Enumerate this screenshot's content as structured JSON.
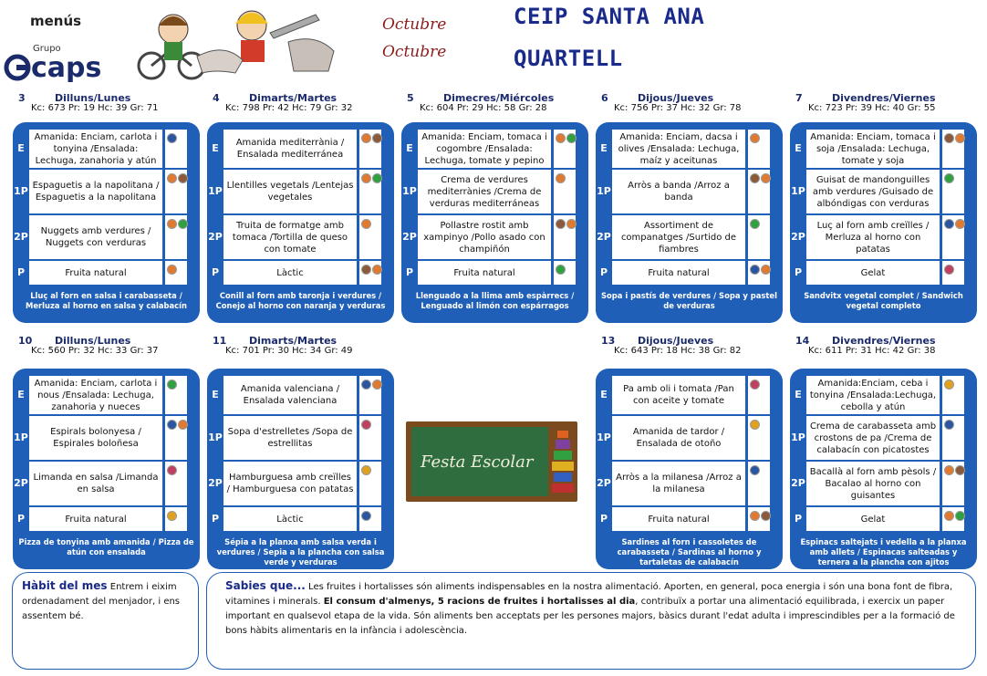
{
  "header": {
    "brand": "menús",
    "grupo": "Grupo",
    "logo_text": "caps",
    "month1": "Octubre",
    "month2": "Octubre",
    "school1": "CEIP SANTA ANA",
    "school2": "QUARTELL"
  },
  "days": [
    {
      "num": "3",
      "name": "Dilluns/Lunes",
      "kc": "Kc: 673 Pr: 19 Hc: 39 Gr: 71",
      "e": "Amanida: Enciam, carlota i tonyina /Ensalada: Lechuga, zanahoria y atún",
      "p1": "Espaguetis a la napolitana / Espaguetis a la napolitana",
      "p2": "Nuggets amb verdures / Nuggets con verduras",
      "p": "Fruita natural",
      "foot": "Lluç al forn en salsa i carabasseta / Merluza al horno en salsa y calabacín"
    },
    {
      "num": "4",
      "name": "Dimarts/Martes",
      "kc": "Kc: 798 Pr: 42 Hc: 79 Gr: 32",
      "e": "Amanida mediterrània / Ensalada mediterránea",
      "p1": "Llentilles vegetals /Lentejas vegetales",
      "p2": "Truita de formatge amb tomaca /Tortilla de queso con tomate",
      "p": "Làctic",
      "foot": "Conill al forn amb taronja i verdures / Conejo al horno con naranja y verduras"
    },
    {
      "num": "5",
      "name": "Dimecres/Miércoles",
      "kc": "Kc: 604 Pr: 29 Hc: 58 Gr: 28",
      "e": "Amanida: Enciam, tomaca i cogombre /Ensalada: Lechuga, tomate y pepino",
      "p1": "Crema de verdures mediterrànies /Crema de verduras mediterráneas",
      "p2": "Pollastre rostit amb xampinyo /Pollo asado con champiñón",
      "p": "Fruita natural",
      "foot": "Llenguado a la llima amb espàrrecs / Lenguado al limón con espárragos"
    },
    {
      "num": "6",
      "name": "Dijous/Jueves",
      "kc": "Kc: 756 Pr: 37 Hc: 32 Gr: 78",
      "e": "Amanida: Enciam, dacsa i olives /Ensalada: Lechuga, maíz y aceitunas",
      "p1": "Arròs a banda /Arroz a banda",
      "p2": "Assortiment de companatges /Surtido de fiambres",
      "p": "Fruita natural",
      "foot": "Sopa i pastís de verdures / Sopa y pastel de verduras"
    },
    {
      "num": "7",
      "name": "Divendres/Viernes",
      "kc": "Kc: 723 Pr: 39 Hc: 40 Gr: 55",
      "e": "Amanida: Enciam, tomaca i soja /Ensalada: Lechuga, tomate y soja",
      "p1": "Guisat de mandonguilles amb verdures /Guisado de albóndigas con verduras",
      "p2": "Luç al forn amb creïlles / Merluza al horno con patatas",
      "p": "Gelat",
      "foot": "Sandvitx vegetal complet / Sandwich vegetal completo"
    },
    {
      "num": "10",
      "name": "Dilluns/Lunes",
      "kc": "Kc: 560 Pr: 32 Hc: 33 Gr: 37",
      "e": "Amanida: Enciam, carlota i nous /Ensalada: Lechuga, zanahoria y nueces",
      "p1": "Espirals bolonyesa / Espirales boloñesa",
      "p2": "Limanda en salsa /Limanda en salsa",
      "p": "Fruita natural",
      "foot": "Pizza de tonyina amb amanida / Pizza de atún con ensalada"
    },
    {
      "num": "11",
      "name": "Dimarts/Martes",
      "kc": "Kc: 701 Pr: 30 Hc: 34 Gr: 49",
      "e": "Amanida valenciana / Ensalada valenciana",
      "p1": "Sopa d'estrelletes /Sopa de estrellitas",
      "p2": "Hamburguesa amb creïlles / Hamburguesa con patatas",
      "p": "Làctic",
      "foot": "Sépia a la planxa amb salsa verda i verdures / Sepia a la plancha con salsa verde y verduras"
    },
    {
      "num": "13",
      "name": "Dijous/Jueves",
      "kc": "Kc: 643 Pr: 18 Hc: 38 Gr: 82",
      "e": "Pa amb oli i tomata /Pan con aceite y tomate",
      "p1": "Amanida de tardor / Ensalada de otoño",
      "p2": "Arròs a la milanesa /Arroz a la milanesa",
      "p": "Fruita natural",
      "foot": "Sardines al forn i cassoletes de carabasseta / Sardinas al horno y tartaletas de calabacín"
    },
    {
      "num": "14",
      "name": "Divendres/Viernes",
      "kc": "Kc: 611 Pr: 31 Hc: 42 Gr: 38",
      "e": "Amanida:Enciam, ceba i tonyina /Ensalada:Lechuga, cebolla y atún",
      "p1": "Crema de carabasseta amb crostons de pa /Crema de calabacín con picatostes",
      "p2": "Bacallà al forn amb pèsols / Bacalao al horno con guisantes",
      "p": "Gelat",
      "foot": "Espinacs saltejats i vedella a la planxa amb allets / Espinacas salteadas y ternera a la plancha con ajitos"
    }
  ],
  "row_labels": {
    "e": "E",
    "p1": "1P",
    "p2": "2P",
    "p": "P"
  },
  "festa": "Festa Escolar",
  "habit": {
    "title": "Hàbit del mes",
    "text": "Entrem i eixim ordenadament del menjador, i ens assentem bé."
  },
  "sabies": {
    "title": "Sabies que...",
    "t1": "Les fruites i hortalisses són aliments indispensables en la nostra alimentació. Aporten, en general, poca energia i són una bona font de fibra, vitamines i minerals.",
    "bold": "El consum d'almenys, 5 racions de fruites i hortalisses al dia",
    "t2": ", contribuïx a portar una alimentació equilibrada, i exercix un paper important en qualsevol etapa de la vida. Són aliments ben acceptats per les persones majors, bàsics durant l'edat adulta i imprescindibles per a la formació de bons hàbits alimentaris en la infància i adolescència."
  },
  "colors": {
    "card": "#1f5fb8",
    "month": "#8b1c1c",
    "school": "#1a2a8a"
  }
}
